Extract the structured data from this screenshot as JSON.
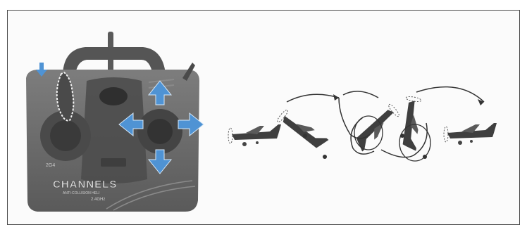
{
  "remote": {
    "brand_text": "CHANNELS",
    "sub_text": "ANTI-COLLISION HELI",
    "freq_text": "2.4GHz",
    "model_text": "2G4"
  },
  "colors": {
    "arrow_blue": "#4f93d4",
    "remote_body": "#6b6b6b",
    "plane_dark": "#3f3f3f"
  }
}
